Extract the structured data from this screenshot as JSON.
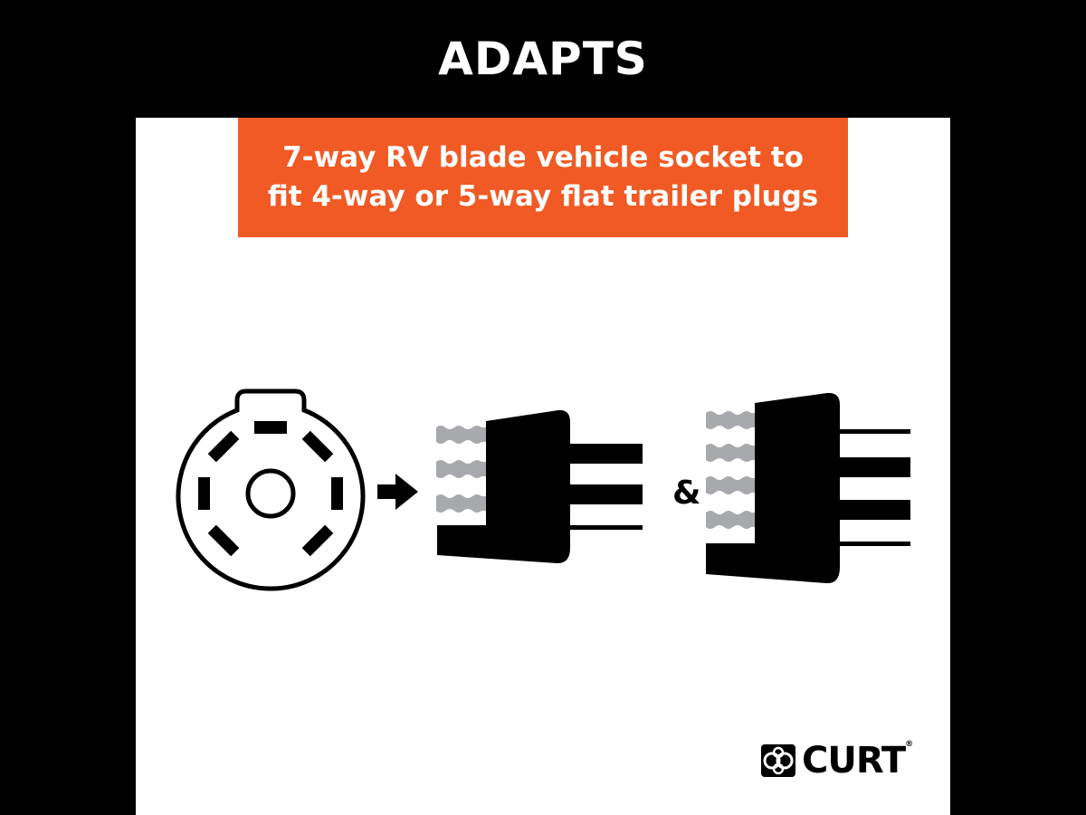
{
  "header": {
    "title": "ADAPTS"
  },
  "banner": {
    "line1": "7-way RV blade vehicle socket to",
    "line2": "fit 4-way or 5-way flat trailer plugs"
  },
  "diagram": {
    "ampersand": "&"
  },
  "logo": {
    "text": "CURT",
    "mark": "®"
  },
  "colors": {
    "accent": "#f15a24",
    "background": "#000000",
    "panel": "#ffffff",
    "pin_gray": "#a7a9ac"
  }
}
